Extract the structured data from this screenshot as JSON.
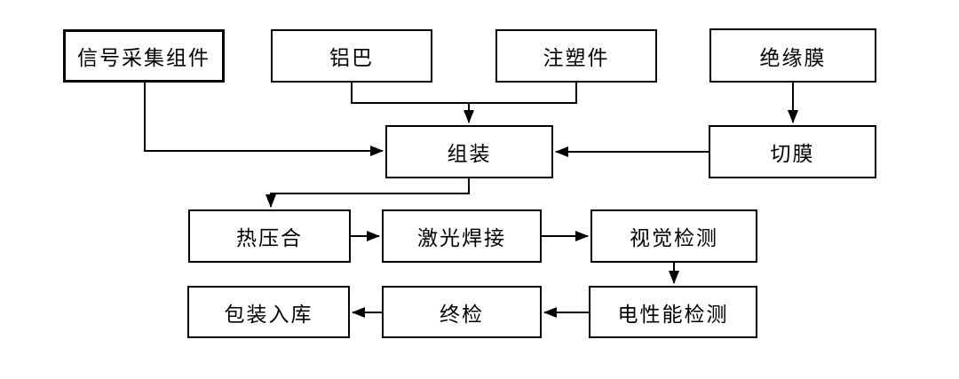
{
  "diagram": {
    "type": "flowchart",
    "background_color": "#ffffff",
    "line_color": "#000000",
    "text_color": "#000000",
    "nodes": [
      {
        "id": "signal-acquisition",
        "label": "信号采集组件"
      },
      {
        "id": "aluminum-busbar",
        "label": "铝巴"
      },
      {
        "id": "injection-molded-part",
        "label": "注塑件"
      },
      {
        "id": "insulating-film",
        "label": "绝缘膜"
      },
      {
        "id": "assembly",
        "label": "组装"
      },
      {
        "id": "film-cutting",
        "label": "切膜"
      },
      {
        "id": "hot-pressing",
        "label": "热压合"
      },
      {
        "id": "laser-welding",
        "label": "激光焊接"
      },
      {
        "id": "visual-inspection",
        "label": "视觉检测"
      },
      {
        "id": "packaging-warehousing",
        "label": "包装入库"
      },
      {
        "id": "final-inspection",
        "label": "终检"
      },
      {
        "id": "electrical-performance-test",
        "label": "电性能检测"
      }
    ],
    "edges": [
      {
        "from": "signal-acquisition",
        "to": "assembly"
      },
      {
        "from": "aluminum-busbar",
        "to": "assembly"
      },
      {
        "from": "injection-molded-part",
        "to": "assembly"
      },
      {
        "from": "insulating-film",
        "to": "film-cutting"
      },
      {
        "from": "film-cutting",
        "to": "assembly"
      },
      {
        "from": "assembly",
        "to": "hot-pressing"
      },
      {
        "from": "hot-pressing",
        "to": "laser-welding"
      },
      {
        "from": "laser-welding",
        "to": "visual-inspection"
      },
      {
        "from": "visual-inspection",
        "to": "electrical-performance-test"
      },
      {
        "from": "electrical-performance-test",
        "to": "final-inspection"
      },
      {
        "from": "final-inspection",
        "to": "packaging-warehousing"
      }
    ]
  }
}
